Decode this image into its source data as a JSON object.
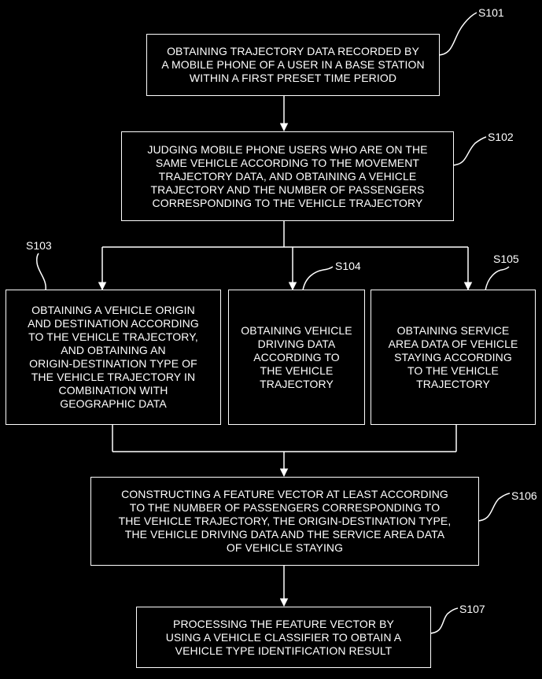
{
  "steps": [
    {
      "id": "S101",
      "text": "OBTAINING TRAJECTORY DATA RECORDED BY\nA MOBILE PHONE OF A USER IN A BASE STATION\nWITHIN A FIRST PRESET TIME PERIOD"
    },
    {
      "id": "S102",
      "text": "JUDGING MOBILE PHONE USERS WHO ARE ON THE\nSAME VEHICLE ACCORDING TO THE MOVEMENT\nTRAJECTORY DATA, AND OBTAINING A VEHICLE\nTRAJECTORY AND THE NUMBER OF PASSENGERS\nCORRESPONDING TO THE VEHICLE TRAJECTORY"
    },
    {
      "id": "S103",
      "text": "OBTAINING A VEHICLE ORIGIN\nAND DESTINATION ACCORDING\nTO THE VEHICLE TRAJECTORY,\nAND OBTAINING AN\nORIGIN-DESTINATION TYPE OF\nTHE VEHICLE TRAJECTORY IN\nCOMBINATION WITH\nGEOGRAPHIC DATA"
    },
    {
      "id": "S104",
      "text": "OBTAINING VEHICLE\nDRIVING DATA\nACCORDING TO\nTHE VEHICLE\nTRAJECTORY"
    },
    {
      "id": "S105",
      "text": "OBTAINING SERVICE\nAREA DATA OF VEHICLE\nSTAYING ACCORDING\nTO THE VEHICLE\nTRAJECTORY"
    },
    {
      "id": "S106",
      "text": "CONSTRUCTING A FEATURE VECTOR AT LEAST ACCORDING\nTO THE NUMBER OF PASSENGERS CORRESPONDING TO\nTHE VEHICLE TRAJECTORY, THE ORIGIN-DESTINATION TYPE,\nTHE VEHICLE DRIVING DATA AND THE SERVICE AREA DATA\nOF VEHICLE STAYING"
    },
    {
      "id": "S107",
      "text": "PROCESSING THE FEATURE VECTOR BY\nUSING A VEHICLE CLASSIFIER TO OBTAIN A\nVEHICLE TYPE IDENTIFICATION RESULT"
    }
  ],
  "colors": {
    "background": "#000000",
    "line": "#ffffff"
  }
}
